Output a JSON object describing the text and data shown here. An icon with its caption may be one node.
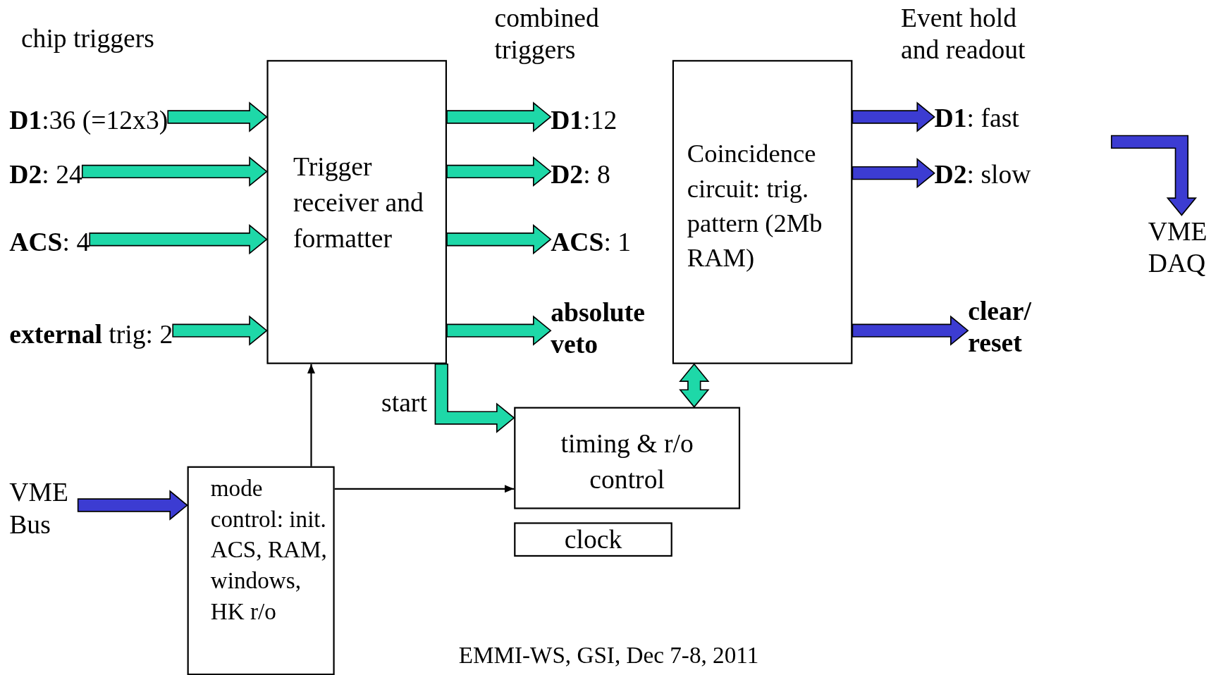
{
  "diagram": {
    "nodes": [
      {
        "text": [
          "**D1**:36 (=12x3)"
        ]
      },
      {
        "text": [
          "**D2**: 24"
        ]
      },
      {
        "text": [
          "**ACS**: 4"
        ]
      },
      {
        "text": [
          "**external** trig: 2"
        ]
      },
      {
        "text": [
          "Trigger receiver and formatter"
        ]
      },
      {
        "text": [
          "**D1**:12"
        ]
      },
      {
        "text": [
          "**D2**: 8"
        ]
      },
      {
        "text": [
          "**ACS**: 1"
        ]
      },
      {
        "text": [
          "absolute veto"
        ]
      },
      {
        "text": [
          "Coincidence circuit: trig. pattern (2Mb RAM)"
        ]
      },
      {
        "text": [
          "**D1**: fast"
        ]
      },
      {
        "text": [
          "**D2**: slow"
        ]
      },
      {
        "text": [
          "clear/ reset"
        ]
      },
      {
        "text": [
          "VME DAQ"
        ]
      },
      {
        "text": [
          "timing & r/o control"
        ]
      },
      {
        "text": [
          "clock"
        ]
      },
      {
        "text": [
          "VME Bus"
        ]
      },
      {
        "text": [
          "mode control: init. ACS, RAM, windows, HK r/o"
        ]
      }
    ],
    "edges": [
      {
        "from": 0,
        "to": 4,
        "arrow": "to",
        "style": "thick"
      },
      {
        "from": 1,
        "to": 4,
        "arrow": "to",
        "style": "thick"
      },
      {
        "from": 2,
        "to": 4,
        "arrow": "to",
        "style": "thick"
      },
      {
        "from": 3,
        "to": 4,
        "arrow": "to",
        "style": "thick"
      },
      {
        "from": 4,
        "to": 5,
        "arrow": "to",
        "style": "thick"
      },
      {
        "from": 4,
        "to": 6,
        "arrow": "to",
        "style": "thick"
      },
      {
        "from": 4,
        "to": 7,
        "arrow": "to",
        "style": "thick"
      },
      {
        "from": 4,
        "to": 8,
        "arrow": "to",
        "style": "thick"
      },
      {
        "from": 9,
        "to": 10,
        "arrow": "to",
        "style": "thick",
        "color": "#3c3cd2"
      },
      {
        "from": 9,
        "to": 11,
        "arrow": "to",
        "style": "thick",
        "color": "#3c3cd2"
      },
      {
        "from": 9,
        "to": 12,
        "arrow": "to",
        "style": "thick",
        "color": "#3c3cd2"
      },
      {
        "from": null,
        "to": 13,
        "arrow": "to",
        "style": "thick",
        "color": "#3c3cd2"
      },
      {
        "from": 9,
        "to": 14,
        "arrow": "both",
        "style": "thick"
      },
      {
        "from": 4,
        "to": 14,
        "arrow": "to",
        "label": "start",
        "style": "thick"
      },
      {
        "from": 16,
        "to": 17,
        "arrow": "to",
        "style": "thick",
        "color": "#3c3cd2"
      },
      {
        "from": 17,
        "to": 4,
        "arrow": "to",
        "color": "#000000"
      },
      {
        "from": 17,
        "to": 14,
        "arrow": "to",
        "color": "#000000"
      }
    ],
    "labels": [
      "combined triggers",
      "Event hold and readout",
      "chip triggers",
      "EMMI-WS, GSI, Dec 7-8, 2011"
    ]
  }
}
